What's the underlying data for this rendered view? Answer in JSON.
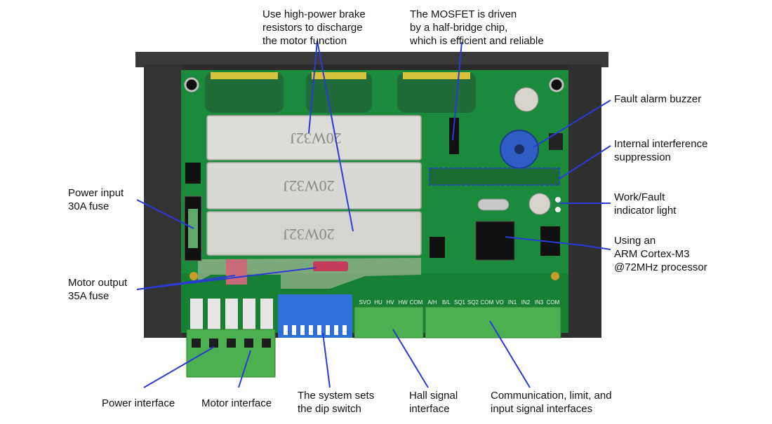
{
  "colors": {
    "pcb": "#1c8a3c",
    "pcb_dark": "#136b2c",
    "enclosure": "#2b2b2b",
    "resistor": "#dcdcd8",
    "capacitor": "#1f6b3a",
    "connector": "#4caf50",
    "dip_switch": "#2f6fd8",
    "callout_line": "#2a3bd6",
    "label_text": "#111111"
  },
  "callouts": {
    "brake_resistors": [
      "Use high-power brake",
      "resistors to discharge",
      "the motor function"
    ],
    "mosfet": [
      "The MOSFET is driven",
      "by a half-bridge chip,",
      "which is efficient and reliable"
    ],
    "buzzer": [
      "Fault alarm buzzer"
    ],
    "interference": [
      "Internal interference",
      "suppression"
    ],
    "indicator": [
      "Work/Fault",
      "indicator light"
    ],
    "processor": [
      "Using an",
      "ARM Cortex-M3",
      "@72MHz processor"
    ],
    "power_fuse": [
      "Power input",
      "30A fuse"
    ],
    "motor_fuse": [
      "Motor output",
      "35A fuse"
    ],
    "power_interface": [
      "Power interface"
    ],
    "motor_interface": [
      "Motor interface"
    ],
    "dip_switch": [
      "The system sets",
      "the dip switch"
    ],
    "hall_interface": [
      "Hall signal",
      "interface"
    ],
    "comm_interface": [
      "Communication, limit, and",
      "input signal interfaces"
    ]
  },
  "board_text": {
    "resistor_marking": "20W32J",
    "hall_pins": [
      "SVO",
      "HU",
      "HV",
      "HW",
      "COM"
    ],
    "signal_pins": [
      "A/H",
      "B/L",
      "SQ1",
      "SQ2",
      "COM",
      "VO",
      "IN1",
      "IN2",
      "IN3",
      "COM"
    ]
  }
}
